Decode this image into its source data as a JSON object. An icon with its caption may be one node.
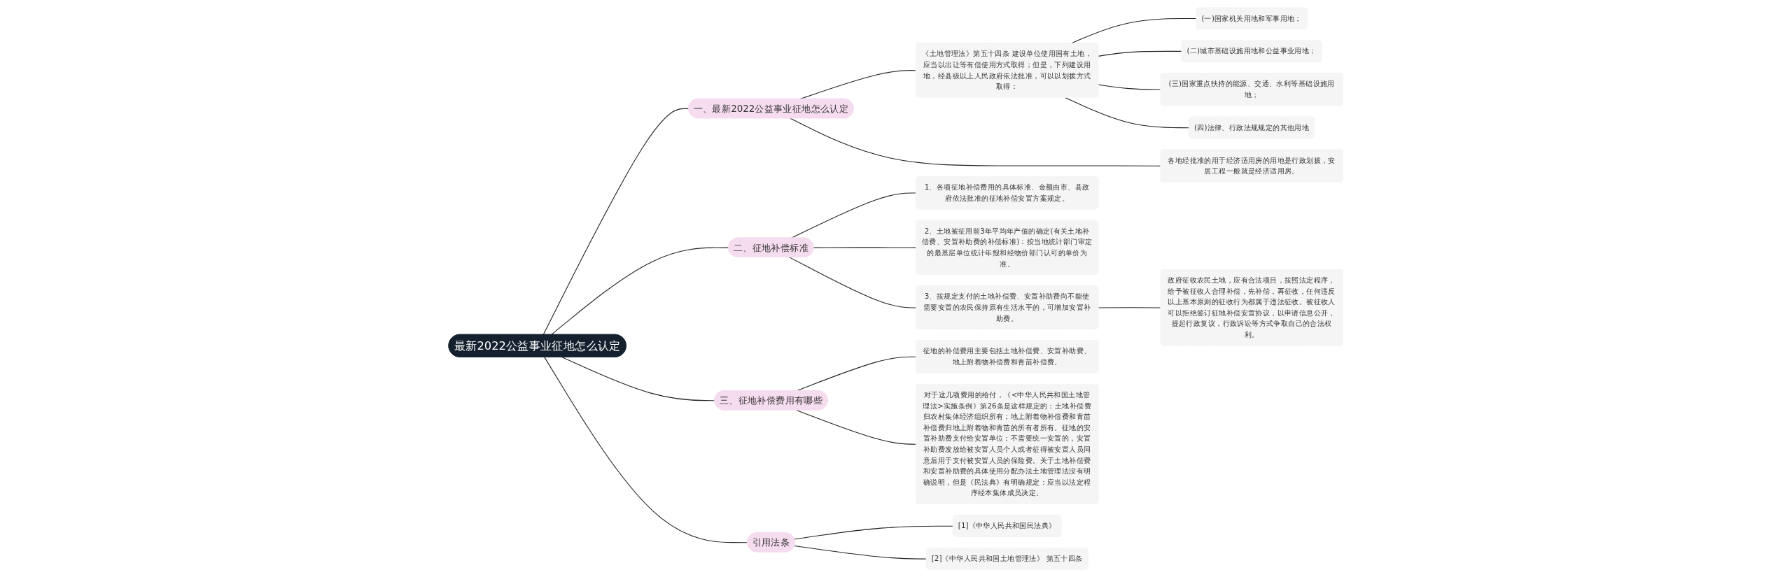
{
  "diagram": {
    "nodes": [
      {
        "text": [
          "最新2022公益事业征地怎么认定"
        ]
      },
      {
        "text": [
          "一、最新2022公益事业征地怎么认定"
        ]
      },
      {
        "text": [
          "《土地管理法》第五十四条 建设单位使用国有土地，应当以出让等有偿使用方式取得；但是，下列建设用地，经县级以上人民政府依法批准，可以以划拨方式取得："
        ]
      },
      {
        "text": [
          "(一)国家机关用地和军事用地；"
        ]
      },
      {
        "text": [
          "(二)城市基础设施用地和公益事业用地；"
        ]
      },
      {
        "text": [
          "(三)国家重点扶持的能源、交通、水利等基础设施用地；"
        ]
      },
      {
        "text": [
          "(四)法律、行政法规规定的其他用地"
        ]
      },
      {
        "text": [
          "各地经批准的用于经济适用房的用地是行政划拨，安居工程一般就是经济适用房。"
        ]
      },
      {
        "text": [
          "二、征地补偿标准"
        ]
      },
      {
        "text": [
          "1、各项征地补偿费用的具体标准、金额由市、县政府依法批准的征地补偿安置方案规定。"
        ]
      },
      {
        "text": [
          "2、土地被征用前3年平均年产值的确定(有关土地补偿费、安置补助费的补偿标准)：按当地统计部门审定的最基层单位统计年报和经物价部门认可的单价为准。"
        ]
      },
      {
        "text": [
          "3、按规定支付的土地补偿费、安置补助费尚不能使需要安置的农民保持原有生活水平的，可增加安置补助费。"
        ]
      },
      {
        "text": [
          "政府征收农民土地，应有合法项目，按照法定程序，给予被征收人合理补偿，先补偿，再征收，任何违反以上基本原则的征收行为都属于违法征收。被征收人可以拒绝签订征地补偿安置协议，以申请信息公开，提起行政复议，行政诉讼等方式争取自己的合法权利。"
        ]
      },
      {
        "text": [
          "三、征地补偿费用有哪些"
        ]
      },
      {
        "text": [
          "征地的补偿费用主要包括土地补偿费、安置补助费、地上附着物补偿费和青苗补偿费。"
        ]
      },
      {
        "text": [
          "对于这几项费用的给付，《<中华人民共和国土地管理法>实施条例》第26条是这样规定的：土地补偿费归农村集体经济组织所有；地上附着物补偿费和青苗补偿费归地上附着物和青苗的所有者所有。征地的安置补助费支付给安置单位；不需要统一安置的，安置补助费发放给被安置人员个人或者征得被安置人员同意后用于支付被安置人员的保险费。关于土地补偿费和安置补助费的具体使用分配办法土地管理法没有明确说明，但是《民法典》有明确规定：应当以法定程序经本集体成员决定。"
        ]
      },
      {
        "text": [
          "引用法条"
        ]
      },
      {
        "text": [
          "[1]《中华人民共和国民法典》"
        ]
      },
      {
        "text": [
          "[2]《中华人民共和国土地管理法》 第五十四条"
        ]
      }
    ],
    "edges": [
      {
        "from": 0,
        "to": 1,
        "arrow": "none"
      },
      {
        "from": 1,
        "to": 2,
        "arrow": "none"
      },
      {
        "from": 2,
        "to": 3,
        "arrow": "none"
      },
      {
        "from": 2,
        "to": 4,
        "arrow": "none"
      },
      {
        "from": 2,
        "to": 5,
        "arrow": "none"
      },
      {
        "from": 2,
        "to": 6,
        "arrow": "none"
      },
      {
        "from": 1,
        "to": 7,
        "arrow": "none"
      },
      {
        "from": 0,
        "to": 8,
        "arrow": "none"
      },
      {
        "from": 8,
        "to": 9,
        "arrow": "none"
      },
      {
        "from": 8,
        "to": 10,
        "arrow": "none"
      },
      {
        "from": 8,
        "to": 11,
        "arrow": "none"
      },
      {
        "from": 11,
        "to": 12,
        "arrow": "none"
      },
      {
        "from": 0,
        "to": 13,
        "arrow": "none"
      },
      {
        "from": 13,
        "to": 14,
        "arrow": "none"
      },
      {
        "from": 13,
        "to": 15,
        "arrow": "none"
      },
      {
        "from": 0,
        "to": 16,
        "arrow": "none"
      },
      {
        "from": 16,
        "to": 17,
        "arrow": "none"
      },
      {
        "from": 16,
        "to": 18,
        "arrow": "none"
      }
    ]
  }
}
